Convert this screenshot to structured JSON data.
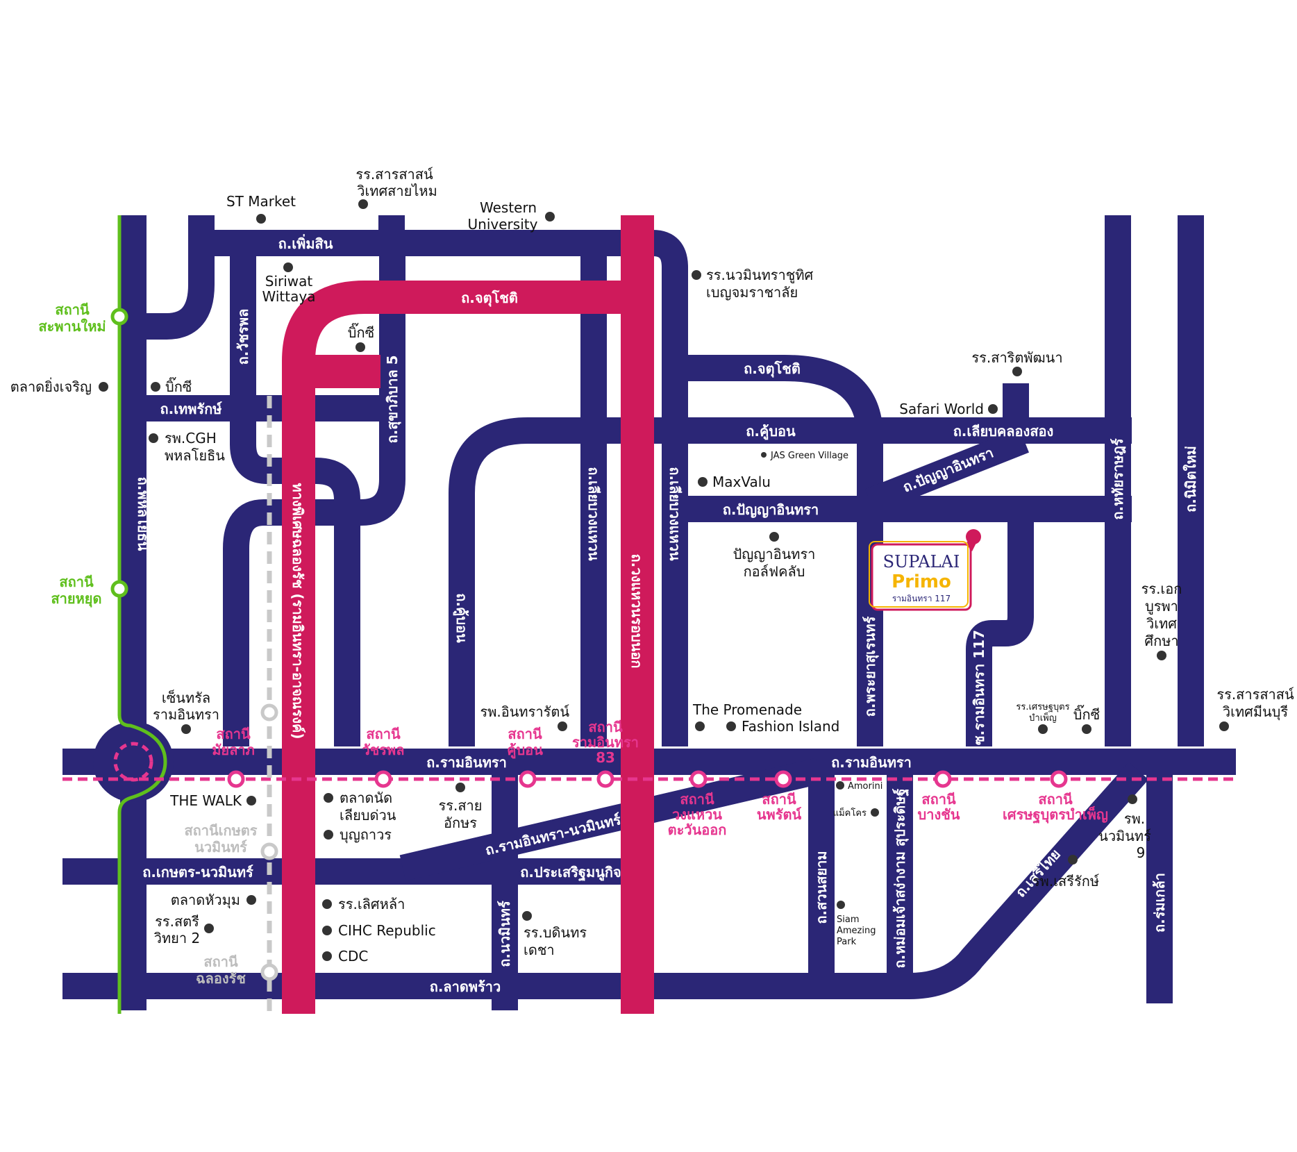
{
  "colors": {
    "road": "#2b2676",
    "expressway": "#cf1a5b",
    "bts_line": "#5fbf1d",
    "pink_line": "#e6368f",
    "grey_line": "#bdbdbd",
    "brand_yellow": "#f5b400",
    "brand_red": "#cf1a5b"
  },
  "roads": {
    "phermsin": "ถ.เพิ่มสิน",
    "chatuchot_top": "ถ.จตุโชติ",
    "chatuchot_right": "ถ.จตุโชติ",
    "thepharak": "ถ.เทพรักษ์",
    "watcharapol": "ถ.วัชรพล",
    "sukhaphiban5": "ถ.สุขาภิบาล 5",
    "phaholyothin": "ถ.พหลโยธิน",
    "expressway": "ทางพิเศษฉลองรัช (รามอินทรา-อาจณรงค์)",
    "kanchanaphisek": "ถ.วงแหวนรอบนอก",
    "liapwongwaen_1": "ถ.เลียบวงแหวน",
    "liapwongwaen_2": "ถ.เลียบวงแหวน",
    "khubon_vertical": "ถ.คู้บอน",
    "khubon": "ถ.คู้บอน",
    "liapkhlongsong": "ถ.เลียบคลองสอง",
    "panyaindra_diag": "ถ.ปัญญาอินทรา",
    "panyaindra": "ถ.ปัญญาอินทรา",
    "phrayasuren": "ถ.พระยาสุเรนทร์",
    "ramintra117": "ซ.รามอินทรา 117",
    "hathairat": "ถ.หทัยราษฎร์",
    "nimitmai": "ถ.นิมิตใหม่",
    "ramintra_left": "ถ.รามอินทรา",
    "ramintra_right": "ถ.รามอินทรา",
    "ramintra_nawamin": "ถ.รามอินทรา-นวมินทร์",
    "kaset_nawamin": "ถ.เกษตร-นวมินทร์",
    "prasertmanukit": "ถ.ประเสริฐมนูกิจ",
    "nawamin": "ถ.นวมินทร์",
    "suansiam": "ถ.สวนสยาม",
    "momchao": "ถ.หม่อมเจ้าสง่างาม สุประดิษฐ์",
    "serithai": "ถ.เสรีไทย",
    "romklao": "ถ.ร่มเกล้า",
    "ladprao": "ถ.ลาดพร้าว"
  },
  "places": {
    "st_market": "ST Market",
    "sarasas_1": "รร.สารสาสน์",
    "sarasas_2": "วิเทศสายไหม",
    "western_1": "Western",
    "western_2": "University",
    "siriwat_1": "Siriwat",
    "siriwat_2": "Wittaya",
    "nawamin_school_1": "รร.นวมินทราชูทิศ",
    "nawamin_school_2": "เบญจมราชาลัย",
    "bigc_1": "บิ๊กซี",
    "bigc_2": "บิ๊กซี",
    "bigc_3": "บิ๊กซี",
    "talad_yingcharoen": "ตลาดยิ่งเจริญ",
    "cgh_1": "รพ.CGH",
    "cgh_2": "พหลโยธิน",
    "sarit": "รร.สาริตพัฒนา",
    "safari": "Safari World",
    "jas": "JAS Green Village",
    "maxvalu": "MaxValu",
    "panya_golf_1": "ปัญญาอินทรา",
    "panya_golf_2": "กอล์ฟคลับ",
    "ek_1": "รร.เอก",
    "ek_2": "บูรพา",
    "ek_3": "วิเทศ",
    "ek_4": "ศึกษา",
    "central_1": "เซ็นทรัล",
    "central_2": "รามอินทรา",
    "inthararat": "รพ.อินทรารัตน์",
    "promenade": "The Promenade",
    "fashion": "Fashion Island",
    "settha_school_1": "รร.เศรษฐบุตร",
    "settha_school_2": "บำเพ็ญ",
    "sarasas_minburi_1": "รร.สารสาสน์",
    "sarasas_minburi_2": "วิเทศมีนบุรี",
    "the_walk": "THE WALK",
    "talad_liap_1": "ตลาดนัด",
    "talad_liap_2": "เลียบด่วน",
    "bunthavorn": "บุญถาวร",
    "sai_aksorn_1": "รร.สาย",
    "sai_aksorn_2": "อักษร",
    "amorini": "Amorini",
    "makro": "แม็คโคร",
    "nawamin9_1": "รพ.",
    "nawamin9_2": "นวมินทร์",
    "nawamin9_3": "9",
    "serirak": "รพ.เสรีรักษ์",
    "talad_huamum": "ตลาดหัวมุม",
    "satri_1": "รร.สตรี",
    "satri_2": "วิทยา 2",
    "lertla": "รร.เลิศหล้า",
    "cihc": "CIHC Republic",
    "cdc": "CDC",
    "bodindecha_1": "รร.บดินทร",
    "bodindecha_2": "เดชา",
    "siam_1": "Siam",
    "siam_2": "Amezing",
    "siam_3": "Park"
  },
  "stations": {
    "bts_saphanmai_1": "สถานี",
    "bts_saphanmai_2": "สะพานใหม่",
    "bts_saiyud_1": "สถานี",
    "bts_saiyud_2": "สายหยุด",
    "pk_miyalap_1": "สถานี",
    "pk_miyalap_2": "มัยลาภ",
    "pk_watcharapol_1": "สถานี",
    "pk_watcharapol_2": "วัชรพล",
    "pk_khubon_1": "สถานี",
    "pk_khubon_2": "คู้บอน",
    "pk_ram83_1": "สถานี",
    "pk_ram83_2": "รามอินทรา",
    "pk_ram83_3": "83",
    "pk_wongwaen_1": "สถานี",
    "pk_wongwaen_2": "วงแหวน",
    "pk_wongwaen_3": "ตะวันออก",
    "pk_noppharat_1": "สถานี",
    "pk_noppharat_2": "นพรัตน์",
    "pk_bangchan_1": "สถานี",
    "pk_bangchan_2": "บางชัน",
    "pk_settha_1": "สถานี",
    "pk_settha_2": "เศรษฐบุตรบำเพ็ญ",
    "gr_kaset_1": "สถานีเกษตร",
    "gr_kaset_2": "นวมินทร์",
    "gr_chalong_1": "สถานี",
    "gr_chalong_2": "ฉลองรัช"
  },
  "brand": {
    "name": "SUPALAI",
    "product": "Primo",
    "project": "รามอินทรา 117"
  }
}
